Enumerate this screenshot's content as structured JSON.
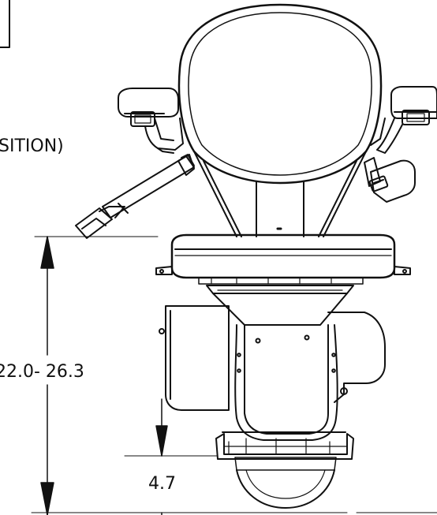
{
  "drawing": {
    "position_note_partial": "SITION)",
    "height_dimension": "22.0- 26.3",
    "footrest_dimension": "4.7"
  },
  "colors": {
    "line": "#111111",
    "background": "#ffffff"
  }
}
